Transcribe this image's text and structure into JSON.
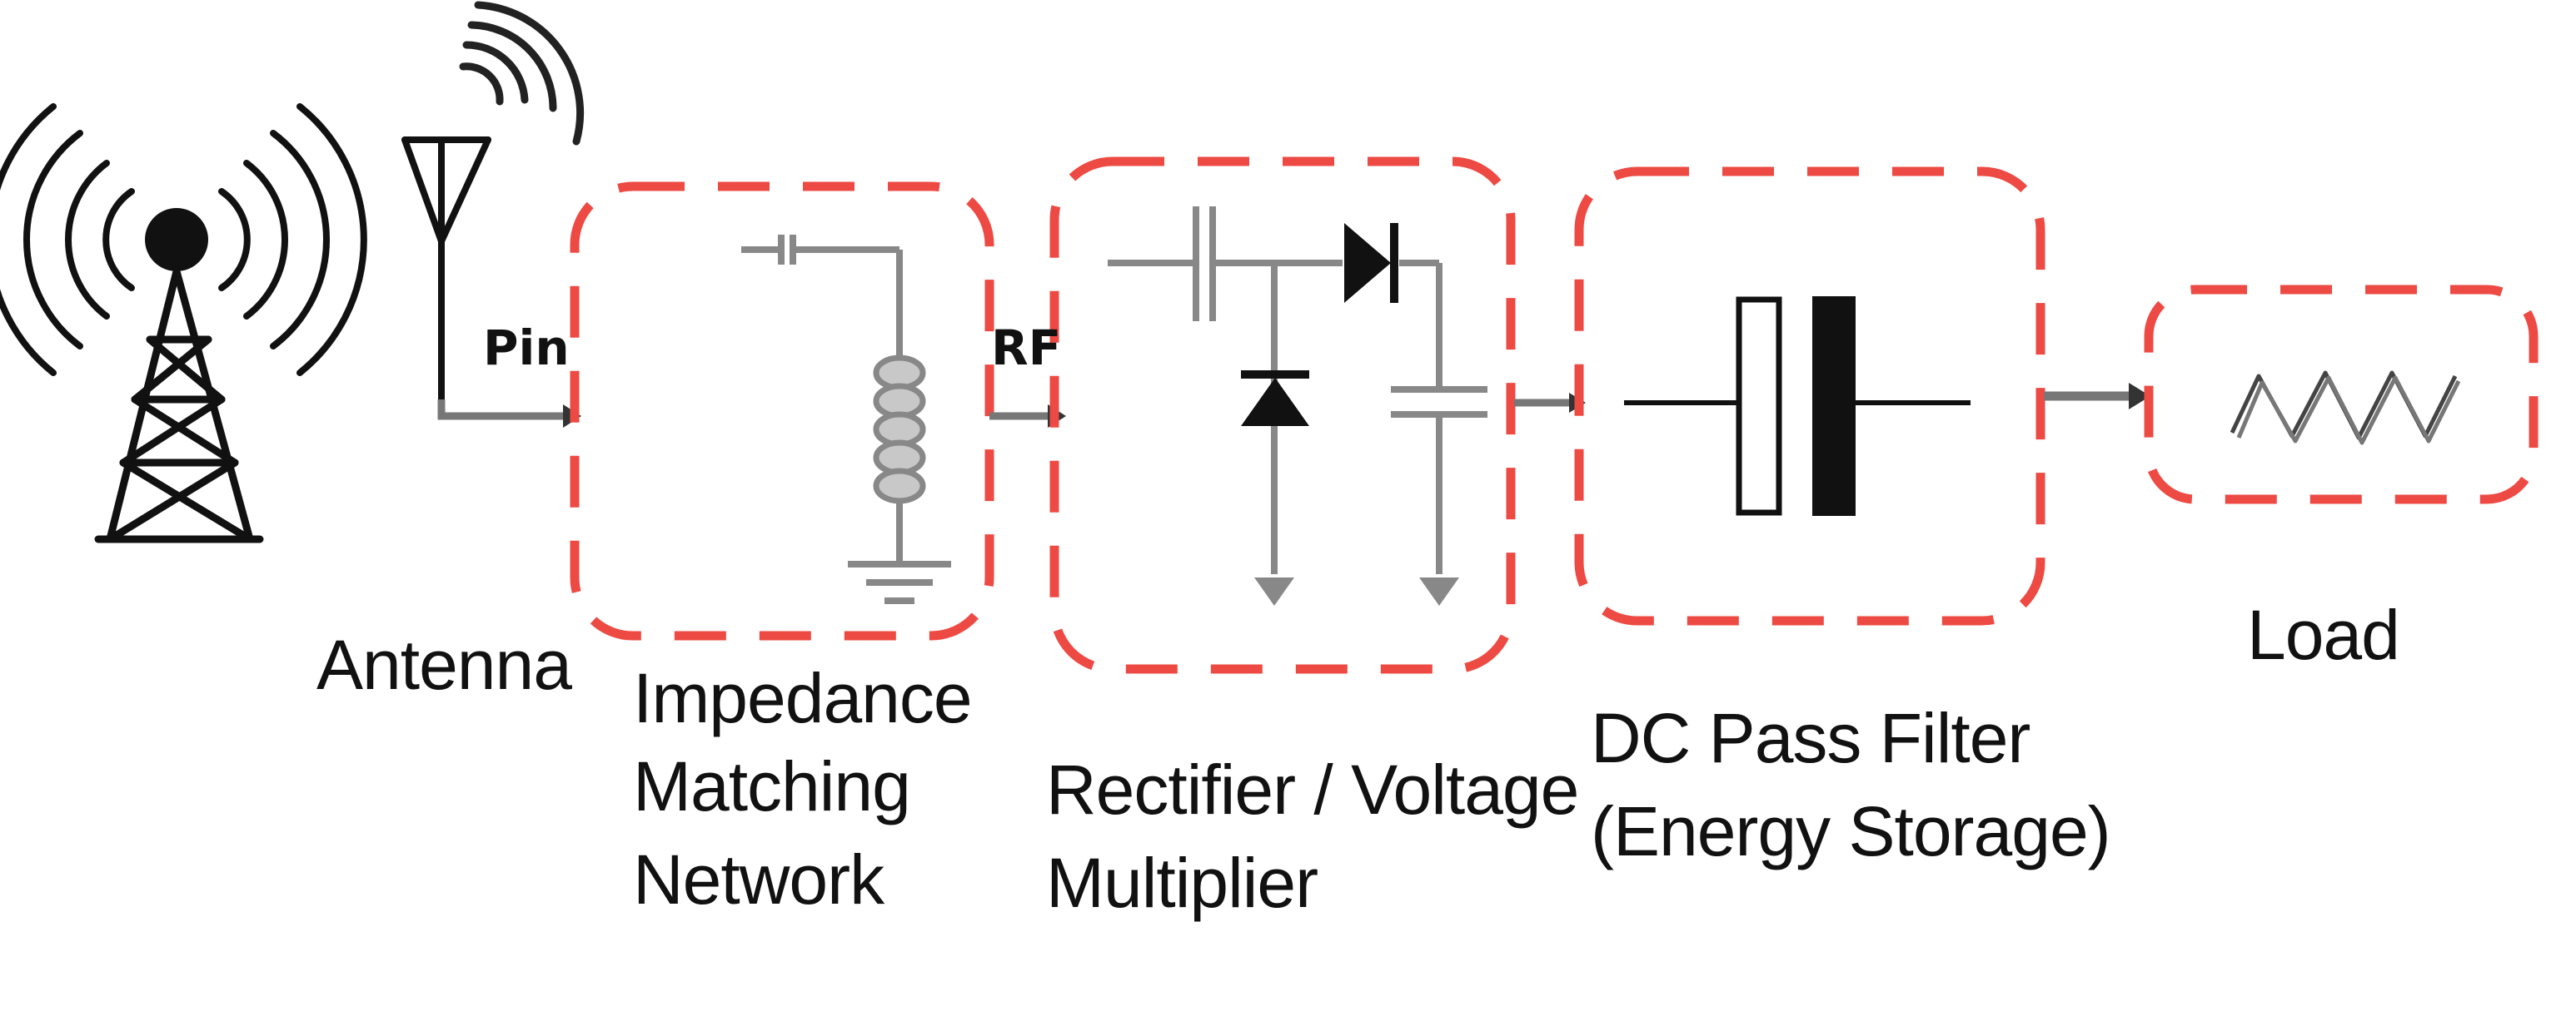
{
  "signals": {
    "pin": "Pin",
    "rf": "RF"
  },
  "labels": {
    "antenna": "Antenna",
    "impedance_matching_network": [
      "Impedance",
      "Matching",
      "Network"
    ],
    "rectifier_voltage_multiplier": [
      "Rectifier / Voltage",
      "Multiplier"
    ],
    "dc_pass_filter": [
      "DC Pass Filter",
      "(Energy Storage)"
    ],
    "load": "Load"
  },
  "colors": {
    "block_border": "#ee4a44",
    "wire": "#777777",
    "ink": "#111111"
  },
  "icons": {
    "transmitter": "radio-tower-icon",
    "antenna": "antenna-icon",
    "load": "resistor-icon"
  }
}
